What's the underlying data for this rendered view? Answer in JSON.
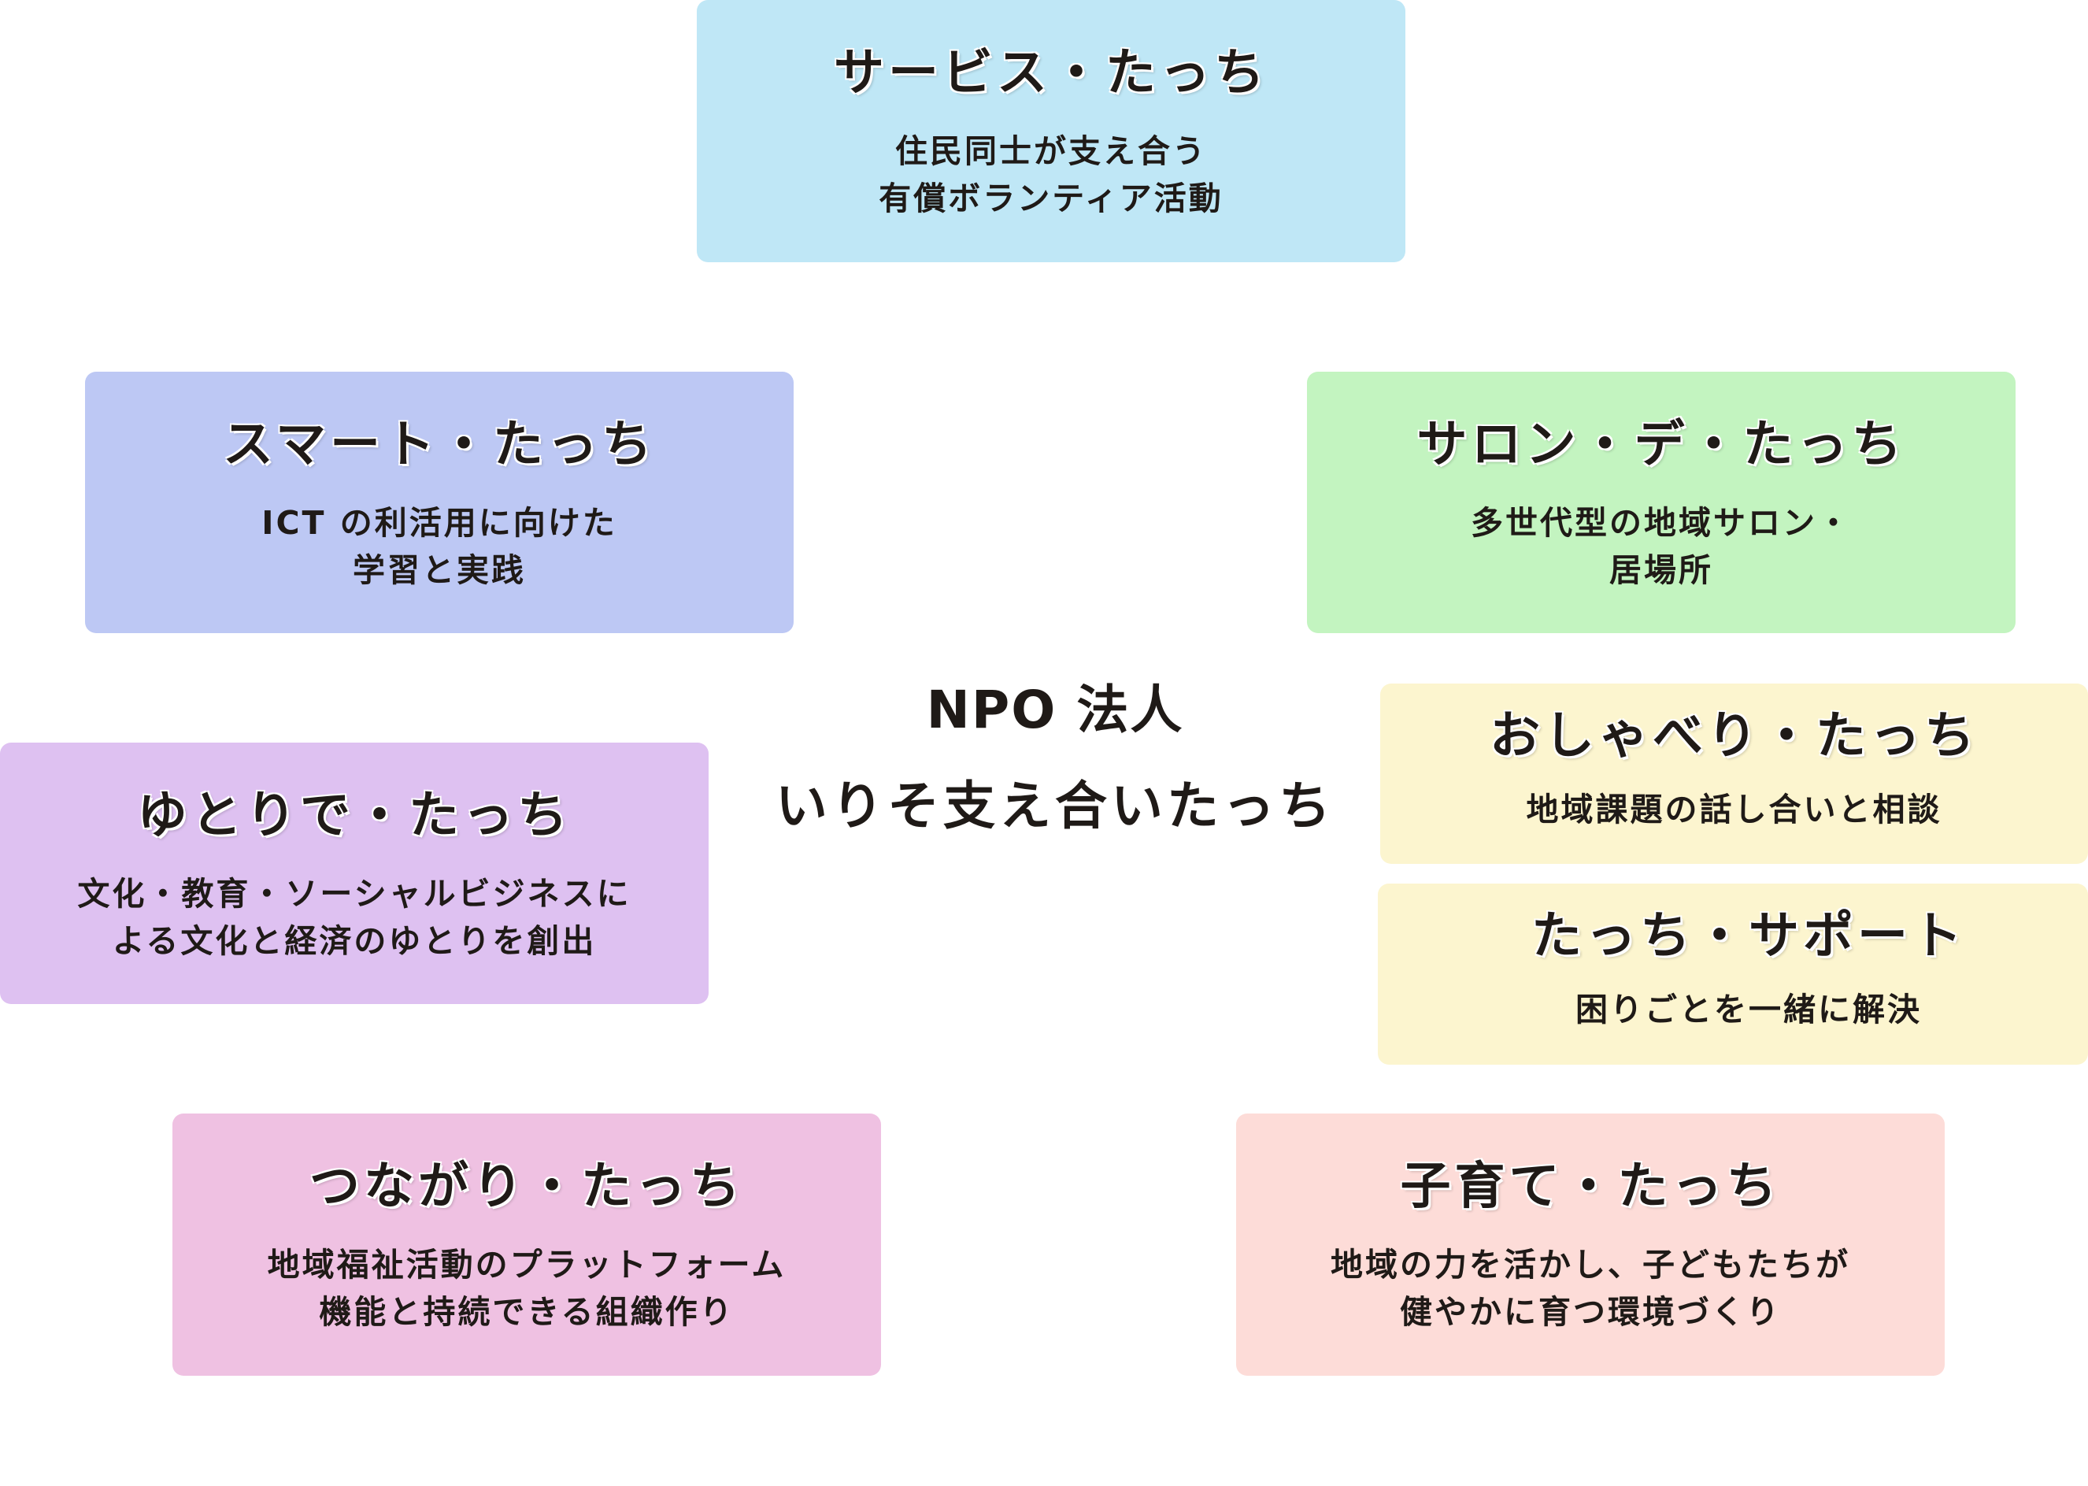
{
  "center": {
    "line1": "NPO 法人",
    "line2": "いりそ支え合いたっち"
  },
  "colors": {
    "service": "#bfe7f6",
    "smart": "#bdc8f4",
    "salon": "#c3f4c0",
    "oshaberi": "#fcf5cf",
    "support": "#fcf5cf",
    "yutori": "#dec1f1",
    "tsunagari": "#efc1e2",
    "kosodate": "#fddcd8"
  },
  "cards": {
    "service": {
      "title": "サービス・たっち",
      "desc": "住民同士が支え合う\n有償ボランティア活動"
    },
    "smart": {
      "title": "スマート・たっち",
      "desc": "ICT の利活用に向けた\n学習と実践"
    },
    "salon": {
      "title": "サロン・デ・たっち",
      "desc": "多世代型の地域サロン・\n居場所"
    },
    "oshaberi": {
      "title": "おしゃべり・たっち",
      "desc": "地域課題の話し合いと相談"
    },
    "support": {
      "title": "たっち・サポート",
      "desc": "困りごとを一緒に解決"
    },
    "yutori": {
      "title": "ゆとりで・たっち",
      "desc": "文化・教育・ソーシャルビジネスに\nよる文化と経済のゆとりを創出"
    },
    "tsunagari": {
      "title": "つながり・たっち",
      "desc": "地域福祉活動のプラットフォーム\n機能と持続できる組織作り"
    },
    "kosodate": {
      "title": "子育て・たっち",
      "desc": "地域の力を活かし、子どもたちが\n健やかに育つ環境づくり"
    }
  }
}
